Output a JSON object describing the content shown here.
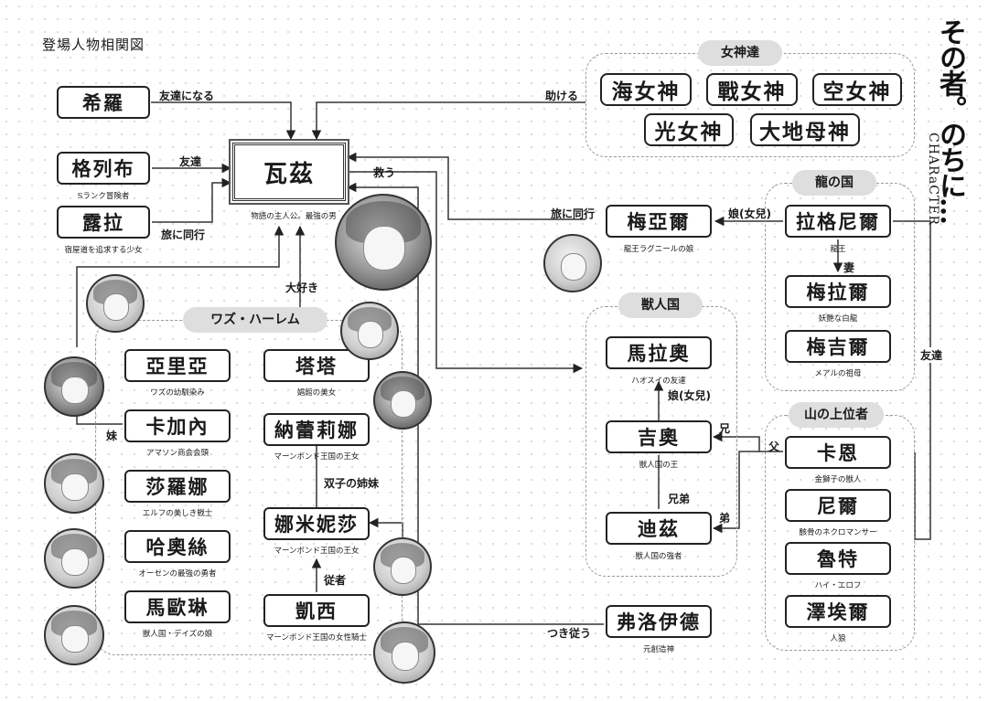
{
  "page_title": "登場人物相関図",
  "logo": {
    "text": "その者。のちに…",
    "subtitle": "CHARaCTER"
  },
  "groups": {
    "goddesses": "女神達",
    "dragon_country": "龍の国",
    "beast_country": "獣人国",
    "mountain": "山の上位者",
    "harem": "ワズ・ハーレム"
  },
  "nodes": {
    "waz": {
      "name": "瓦茲",
      "sub": "物語の主人公。最強の男"
    },
    "kira": {
      "name": "希羅",
      "sub": ""
    },
    "galef": {
      "name": "格列布",
      "sub": "Sランク冒険者"
    },
    "rura": {
      "name": "露拉",
      "sub": "宿屋道を追求する少女"
    },
    "sea": {
      "name": "海女神",
      "sub": ""
    },
    "war": {
      "name": "戰女神",
      "sub": ""
    },
    "sky": {
      "name": "空女神",
      "sub": ""
    },
    "light": {
      "name": "光女神",
      "sub": ""
    },
    "earth": {
      "name": "大地母神",
      "sub": ""
    },
    "lagunir": {
      "name": "拉格尼爾",
      "sub": "龍王"
    },
    "meial": {
      "name": "梅亞爾",
      "sub": "龍王ラグニールの娘"
    },
    "merala": {
      "name": "梅拉爾",
      "sub": "妖艶な白龍"
    },
    "mekiil": {
      "name": "梅吉爾",
      "sub": "メアルの祖母"
    },
    "marao": {
      "name": "馬拉奧",
      "sub": "ハオスイの友達"
    },
    "kio": {
      "name": "吉奧",
      "sub": "獣人国の王"
    },
    "diz": {
      "name": "迪茲",
      "sub": "獣人国の強者"
    },
    "kaen": {
      "name": "卡恩",
      "sub": "金獅子の獣人"
    },
    "nir": {
      "name": "尼爾",
      "sub": "骸骨のネクロマンサー"
    },
    "lut": {
      "name": "魯特",
      "sub": "ハイ・エロフ"
    },
    "zeer": {
      "name": "澤埃爾",
      "sub": "人狼"
    },
    "floyd": {
      "name": "弗洛伊德",
      "sub": "元創造神"
    },
    "alia": {
      "name": "亞里亞",
      "sub": "ワズの幼馴染み"
    },
    "kana": {
      "name": "卡加內",
      "sub": "アマソン商会会頭"
    },
    "salona": {
      "name": "莎羅娜",
      "sub": "エルフの美しき戦士"
    },
    "haosi": {
      "name": "哈奧絲",
      "sub": "オーセンの最強の勇者"
    },
    "maolin": {
      "name": "馬歐琳",
      "sub": "獣人国・デイズの娘"
    },
    "tata": {
      "name": "塔塔",
      "sub": "娼館の美女"
    },
    "narina": {
      "name": "納蕾莉娜",
      "sub": "マーンボンド王国の王女"
    },
    "namisa": {
      "name": "娜米妮莎",
      "sub": "マーンボンド王国の王女"
    },
    "kaisi": {
      "name": "凱西",
      "sub": "マーンボンド王国の女性騎士"
    }
  },
  "edges": {
    "friends_become": "友達になる",
    "friend": "友達",
    "travel": "旅に同行",
    "help": "助ける",
    "save": "救う",
    "travel2": "旅に同行",
    "daughter": "娘(女兒)",
    "wife": "妻",
    "friend2": "友達",
    "likes": "大好き",
    "sister": "妹",
    "twins": "双子の姉妹",
    "follower": "従者",
    "follow": "つき従う",
    "daughter2": "娘(女兒)",
    "brother_big": "兄",
    "father": "父",
    "brother_l": "兄弟",
    "brother_small": "弟"
  }
}
